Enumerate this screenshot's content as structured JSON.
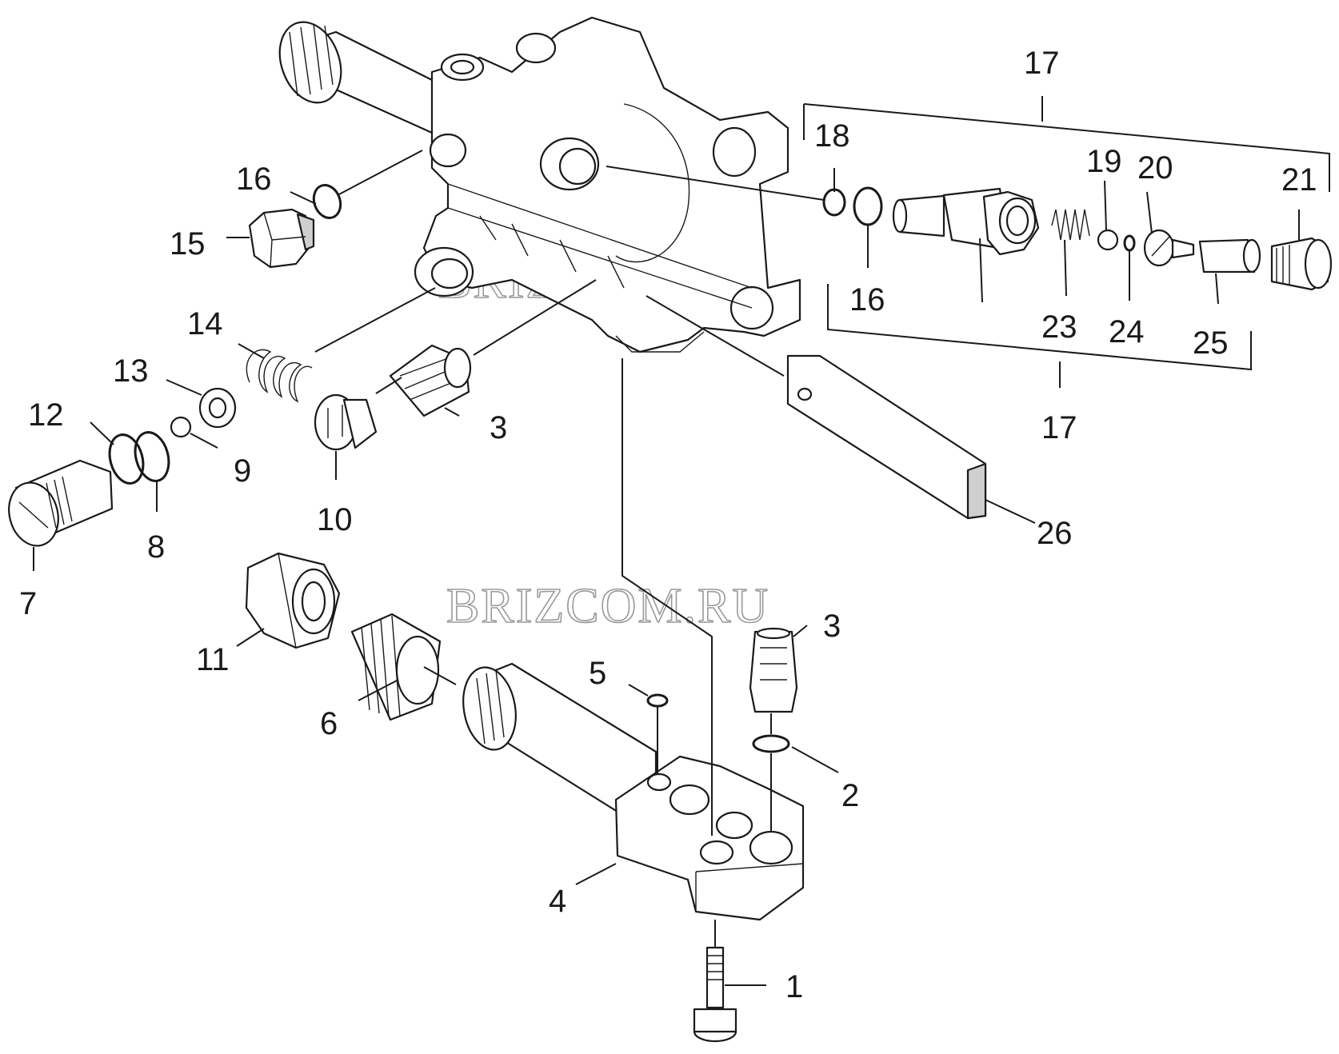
{
  "diagram": {
    "watermarks": [
      "BRIZCOM.RU",
      "BRIZCOM.RU"
    ],
    "callouts": [
      {
        "id": "c17-top",
        "text": "17"
      },
      {
        "id": "c18",
        "text": "18"
      },
      {
        "id": "c19",
        "text": "19"
      },
      {
        "id": "c20",
        "text": "20"
      },
      {
        "id": "c21",
        "text": "21"
      },
      {
        "id": "c16-left",
        "text": "16"
      },
      {
        "id": "c15",
        "text": "15"
      },
      {
        "id": "c16-right",
        "text": "16"
      },
      {
        "id": "c14",
        "text": "14"
      },
      {
        "id": "c23",
        "text": "23"
      },
      {
        "id": "c24",
        "text": "24"
      },
      {
        "id": "c25",
        "text": "25"
      },
      {
        "id": "c13",
        "text": "13"
      },
      {
        "id": "c12",
        "text": "12"
      },
      {
        "id": "c3-top",
        "text": "3"
      },
      {
        "id": "c9",
        "text": "9"
      },
      {
        "id": "c17-bottom",
        "text": "17"
      },
      {
        "id": "c10",
        "text": "10"
      },
      {
        "id": "c8",
        "text": "8"
      },
      {
        "id": "c26",
        "text": "26"
      },
      {
        "id": "c7",
        "text": "7"
      },
      {
        "id": "c3-bottom",
        "text": "3"
      },
      {
        "id": "c11",
        "text": "11"
      },
      {
        "id": "c5",
        "text": "5"
      },
      {
        "id": "c6",
        "text": "6"
      },
      {
        "id": "c2",
        "text": "2"
      },
      {
        "id": "c4",
        "text": "4"
      },
      {
        "id": "c1",
        "text": "1"
      }
    ]
  }
}
